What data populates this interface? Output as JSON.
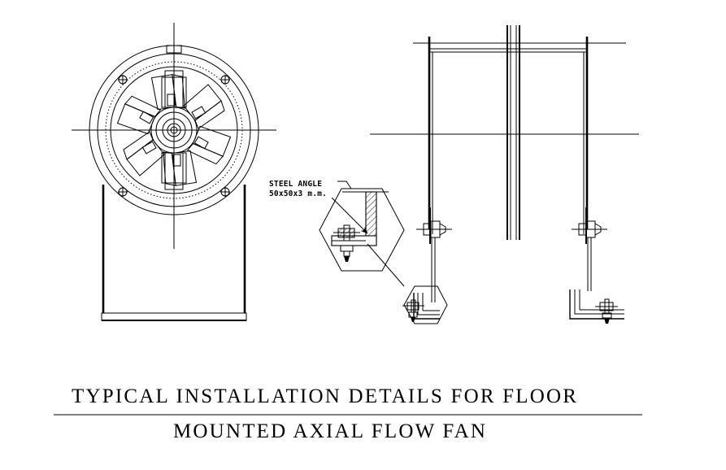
{
  "document": {
    "type": "cad-technical-drawing",
    "sheet_background": "#ffffff",
    "line_color": "#000000"
  },
  "title_block": {
    "line1": "TYPICAL  INSTALLATION  DETAILS  FOR  FLOOR",
    "line2": "MOUNTED  AXIAL  FLOW  FAN"
  },
  "annotations": {
    "steel_angle": {
      "line1": "STEEL ANGLE",
      "line2": "50x50x3  m.m."
    }
  },
  "views": {
    "front_elevation": {
      "name": "Axial flow fan front view",
      "blade_count": 6,
      "bolt_count": 4
    },
    "side_elevation": {
      "name": "Floor mounted support frame side view",
      "leg_count": 2,
      "base_bracket_count": 2
    },
    "enlarged_detail": {
      "name": "Steel angle bolted base connection detail",
      "shape": "hexagonal-bubble",
      "hatched": true
    }
  }
}
